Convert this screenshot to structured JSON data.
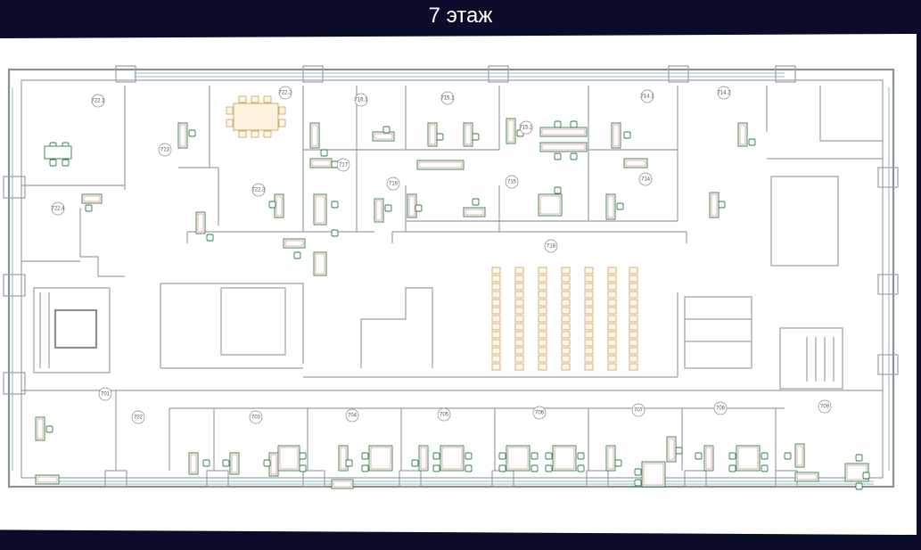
{
  "title": "7 этаж",
  "rooms": [
    {
      "id": "r722-1",
      "label": "722.1"
    },
    {
      "id": "r722-2",
      "label": "722.2"
    },
    {
      "id": "r723",
      "label": "723"
    },
    {
      "id": "r722-3",
      "label": "722.3"
    },
    {
      "id": "r722-4",
      "label": "722.4"
    },
    {
      "id": "r716-1",
      "label": "716.1"
    },
    {
      "id": "r715-1",
      "label": "715.1"
    },
    {
      "id": "r717",
      "label": "717"
    },
    {
      "id": "r716",
      "label": "716"
    },
    {
      "id": "r715-2",
      "label": "715.2"
    },
    {
      "id": "r715",
      "label": "715"
    },
    {
      "id": "r714-1",
      "label": "714.1"
    },
    {
      "id": "r714",
      "label": "714"
    },
    {
      "id": "r714-2",
      "label": "714.2"
    },
    {
      "id": "r718",
      "label": "718"
    },
    {
      "id": "r701",
      "label": "701"
    },
    {
      "id": "r702",
      "label": "702"
    },
    {
      "id": "r703",
      "label": "703"
    },
    {
      "id": "r704",
      "label": "704"
    },
    {
      "id": "r705",
      "label": "705"
    },
    {
      "id": "r706",
      "label": "706"
    },
    {
      "id": "r707",
      "label": "707"
    },
    {
      "id": "r708",
      "label": "708"
    },
    {
      "id": "r709",
      "label": "709"
    }
  ],
  "colors": {
    "background": "#0b0b2a",
    "sheet": "#ffffff",
    "wall": "#9aa0a6",
    "desk": "#2f7d4a",
    "meeting": "#d2a96a",
    "label": "#c0392b"
  }
}
